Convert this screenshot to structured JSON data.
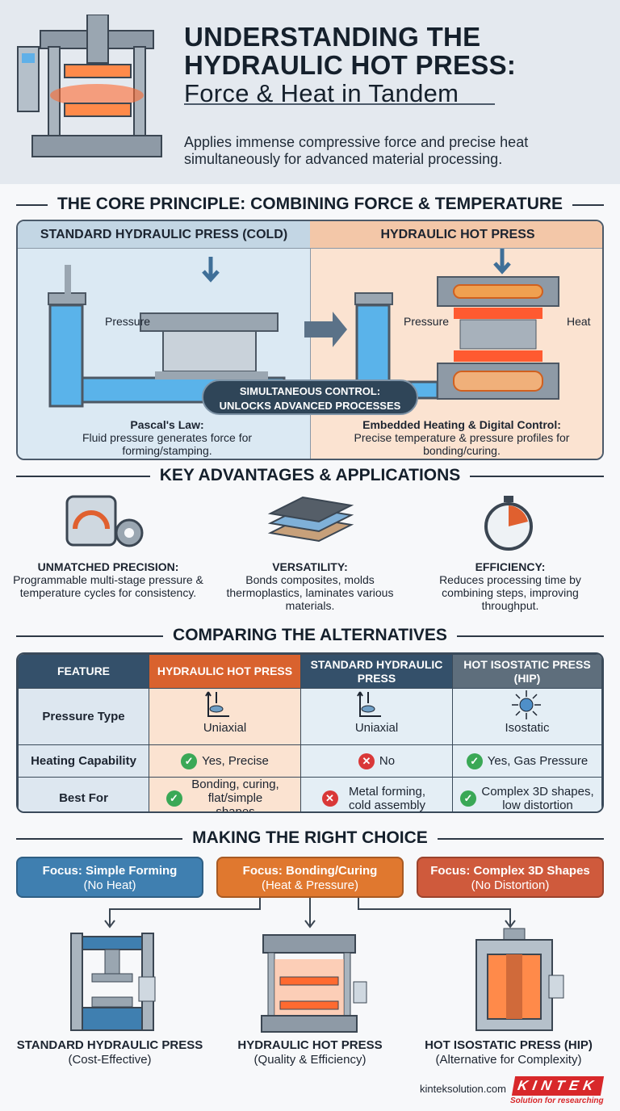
{
  "header": {
    "title_line1": "UNDERSTANDING THE",
    "title_line2": "HYDRAULIC HOT PRESS:",
    "title_line3": "Force & Heat in Tandem",
    "subtitle": "Applies immense compressive force and precise heat simultaneously for advanced material processing."
  },
  "core": {
    "heading": "THE CORE PRINCIPLE: COMBINING FORCE & TEMPERATURE",
    "left": {
      "title": "STANDARD HYDRAULIC PRESS (COLD)",
      "pressure_label": "Pressure",
      "caption_title": "Pascal's Law:",
      "caption_text": "Fluid pressure generates force for forming/stamping."
    },
    "right": {
      "title": "HYDRAULIC HOT PRESS",
      "pressure_label": "Pressure",
      "heat_label": "Heat",
      "caption_title": "Embedded Heating & Digital Control:",
      "caption_text": "Precise temperature & pressure profiles for bonding/curing."
    },
    "pill_line1": "SIMULTANEOUS CONTROL:",
    "pill_line2": "UNLOCKS ADVANCED PROCESSES"
  },
  "advantages": {
    "heading": "KEY ADVANTAGES & APPLICATIONS",
    "items": [
      {
        "title": "UNMATCHED PRECISION:",
        "text": "Programmable multi-stage pressure & temperature cycles for consistency.",
        "icon": "gauge-gear-icon"
      },
      {
        "title": "VERSATILITY:",
        "text": "Bonds composites, molds thermoplastics, laminates various materials.",
        "icon": "material-layers-icon"
      },
      {
        "title": "EFFICIENCY:",
        "text": "Reduces processing time by combining steps, improving throughput.",
        "icon": "stopwatch-icon"
      }
    ]
  },
  "comparison": {
    "heading": "COMPARING THE ALTERNATIVES",
    "columns": [
      "FEATURE",
      "HYDRAULIC HOT PRESS",
      "STANDARD HYDRAULIC PRESS",
      "HOT ISOSTATIC PRESS (HIP)"
    ],
    "rows": [
      {
        "feature": "Pressure Type",
        "values": [
          "Uniaxial",
          "Uniaxial",
          "Isostatic"
        ]
      },
      {
        "feature": "Heating Capability",
        "values": [
          "Yes, Precise",
          "No",
          "Yes, Gas Pressure"
        ],
        "status": [
          "yes",
          "no",
          "yes"
        ]
      },
      {
        "feature": "Best For",
        "values": [
          "Bonding, curing, flat/simple shapes",
          "Metal forming, cold assembly",
          "Complex 3D shapes, low distortion"
        ],
        "status": [
          "yes",
          "no",
          "yes"
        ]
      }
    ]
  },
  "choice": {
    "heading": "MAKING THE RIGHT CHOICE",
    "focus": [
      {
        "title": "Focus: Simple Forming",
        "sub": "(No Heat)",
        "color": "#3f7fb0"
      },
      {
        "title": "Focus: Bonding/Curing",
        "sub": "(Heat & Pressure)",
        "color": "#e0782f"
      },
      {
        "title": "Focus: Complex 3D Shapes",
        "sub": "(No Distortion)",
        "color": "#cf5a3c"
      }
    ],
    "machines": [
      {
        "name": "STANDARD HYDRAULIC PRESS",
        "sub": "(Cost-Effective)"
      },
      {
        "name": "HYDRAULIC HOT PRESS",
        "sub": "(Quality & Efficiency)"
      },
      {
        "name": "HOT ISOSTATIC PRESS (HIP)",
        "sub": "(Alternative for Complexity)"
      }
    ]
  },
  "footer": {
    "url": "kinteksolution.com",
    "logo": "KINTEK",
    "tagline": "Solution for researching"
  },
  "colors": {
    "hot": "#e0602f",
    "cold_bg": "#dbe9f3",
    "hot_bg": "#fbe3d1",
    "navy": "#2f4558"
  }
}
